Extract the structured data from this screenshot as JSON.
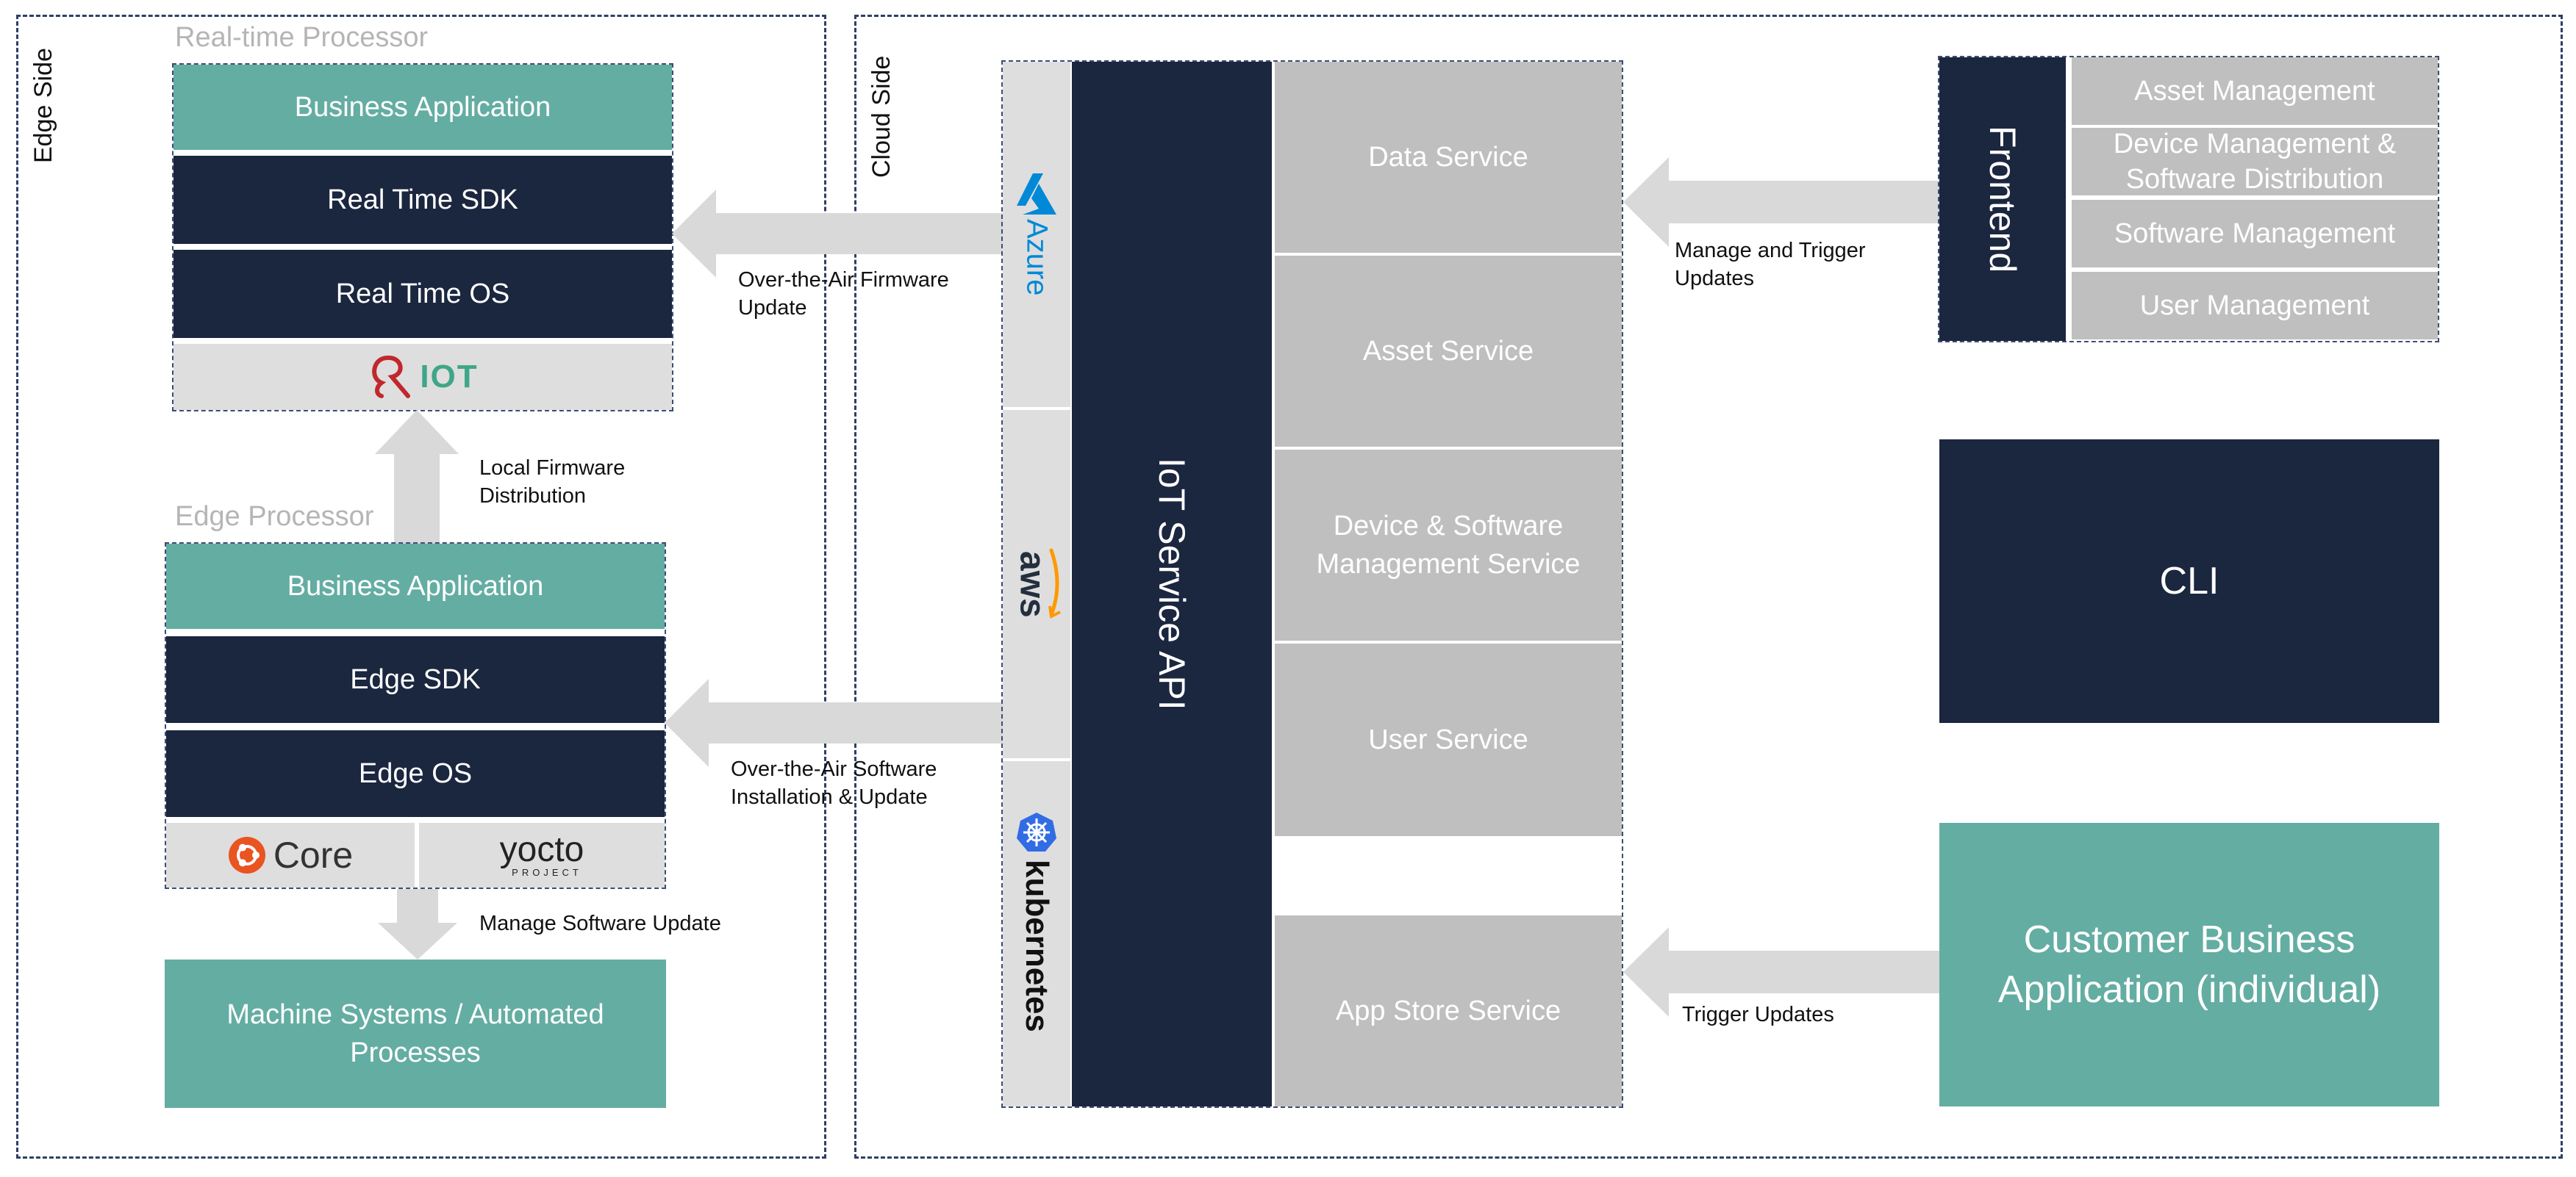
{
  "edge_side": {
    "label": "Edge Side",
    "realtime_processor": {
      "title": "Real-time Processor",
      "business_app": "Business Application",
      "sdk": "Real Time SDK",
      "os": "Real Time OS",
      "logo": "RIOT"
    },
    "local_firmware": "Local Firmware Distribution",
    "edge_processor": {
      "title": "Edge Processor",
      "business_app": "Business Application",
      "sdk": "Edge SDK",
      "os": "Edge OS",
      "logo_core": "Core",
      "logo_yocto": "yocto",
      "logo_yocto_sub": "PROJECT"
    },
    "manage_sw_update": "Manage Software Update",
    "machine_systems": "Machine Systems / Automated Processes"
  },
  "cloud_side": {
    "label": "Cloud Side",
    "ota_firmware": "Over-the-Air Firmware Update",
    "ota_software": "Over-the-Air Software Installation & Update",
    "platforms": [
      "Azure",
      "aws",
      "kubernetes"
    ],
    "iot_api": "IoT Service API",
    "services": [
      "Data Service",
      "Asset Service",
      "Device & Software Management Service",
      "User Service"
    ],
    "app_store": "App Store Service",
    "manage_trigger": "Manage and Trigger Updates",
    "trigger_updates": "Trigger Updates",
    "frontend": {
      "title": "Frontend",
      "items": [
        "Asset Management",
        "Device Management & Software Distribution",
        "Software Management",
        "User Management"
      ]
    },
    "cli": "CLI",
    "customer_app": "Customer Business Application (individual)"
  },
  "colors": {
    "teal": "#64ada3",
    "navy": "#1b263f",
    "gray": "#bfbfbf",
    "light_gray": "#dedede",
    "azure_blue": "#0089d6",
    "aws_orange": "#ff9900",
    "k8s_blue": "#326ce5",
    "riot_red": "#c1272d",
    "riot_green": "#3fa687",
    "ubuntu_orange": "#e95420"
  }
}
